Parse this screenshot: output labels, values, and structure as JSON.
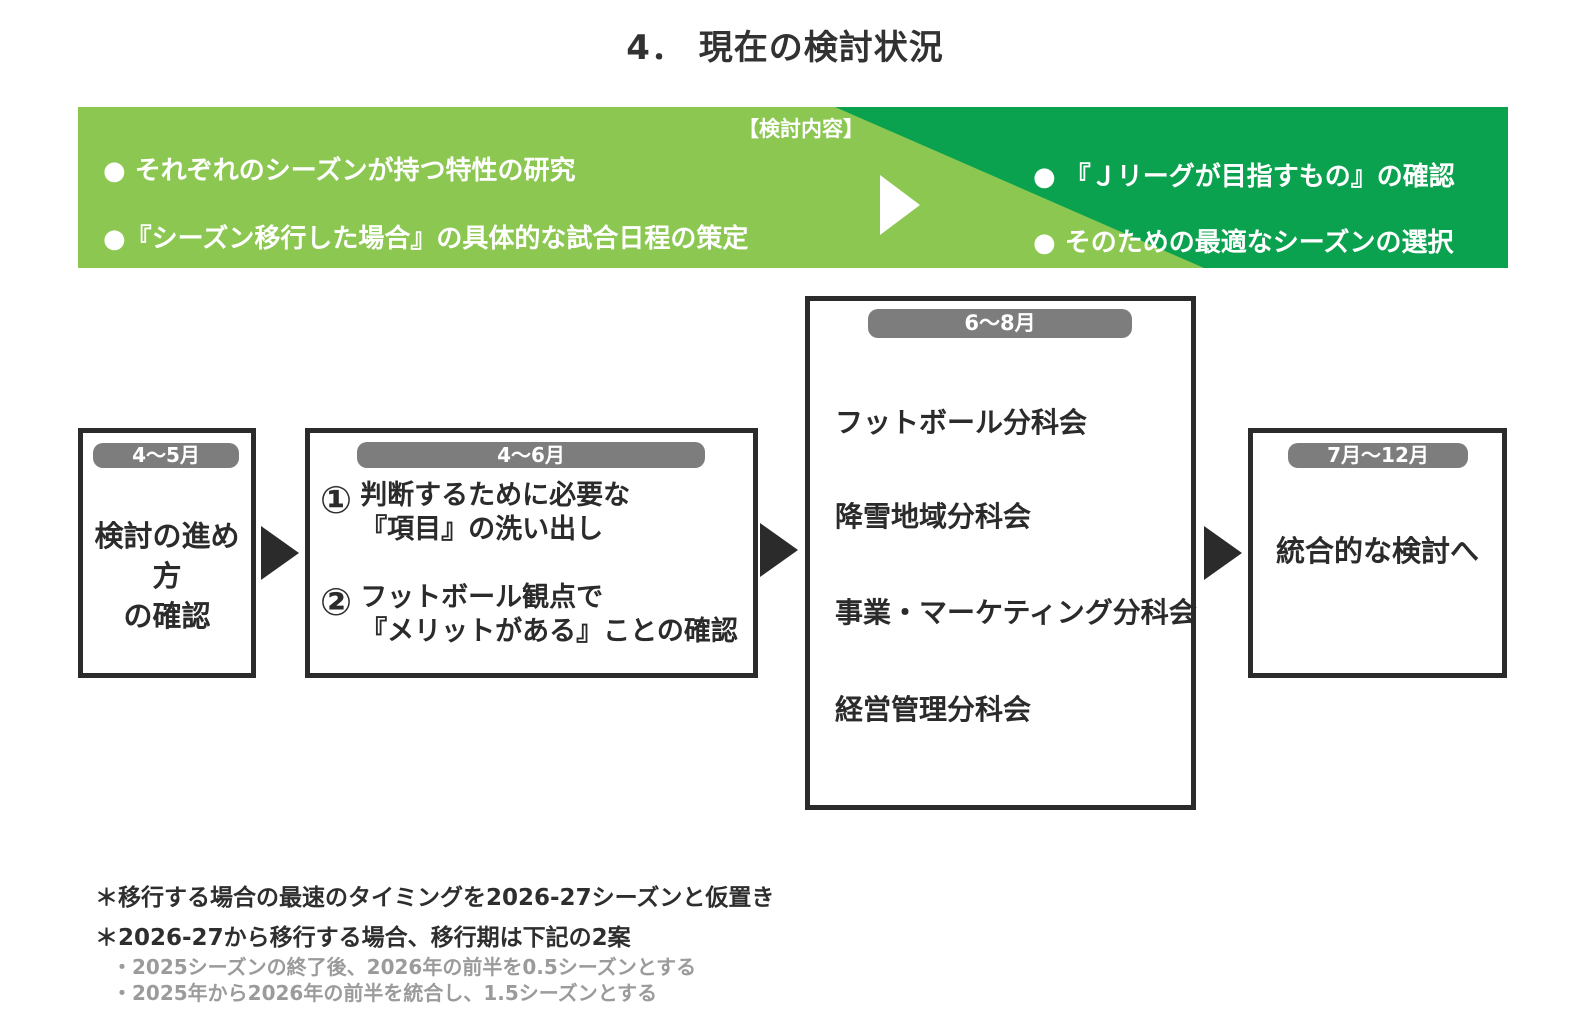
{
  "colors": {
    "light_green": "#8CC752",
    "dark_green": "#0BA24F",
    "badge_gray": "#7D7D7D",
    "ink": "#2B2B2B",
    "note_gray": "#9B9B9B"
  },
  "title": "4． 現在の検討状況",
  "banner": {
    "label": "【検討内容】",
    "left_items": [
      "● それぞれのシーズンが持つ特性の研究",
      "●『シーズン移行した場合』の具体的な試合日程の策定"
    ],
    "right_items": [
      "● 『Ｊリーグが目指すもの』の確認",
      "● そのための最適なシーズンの選択"
    ]
  },
  "flow": {
    "boxes": [
      {
        "badge": "4〜5月",
        "lines": [
          "検討の進め方",
          "の確認"
        ]
      },
      {
        "badge": "4〜6月",
        "items": [
          {
            "num": "①",
            "lines": [
              "判断するために必要な",
              "『項目』の洗い出し"
            ]
          },
          {
            "num": "②",
            "lines": [
              "フットボール観点で",
              "『メリットがある』ことの確認"
            ]
          }
        ]
      },
      {
        "badge": "6〜8月",
        "items": [
          "フットボール分科会",
          "降雪地域分科会",
          "事業・マーケティング分科会",
          "経営管理分科会"
        ]
      },
      {
        "badge": "7月〜12月",
        "text": "統合的な検討へ"
      }
    ]
  },
  "footnotes": {
    "notes": [
      "＊移行する場合の最速のタイミングを2026-27シーズンと仮置き",
      "＊2026-27から移行する場合、移行期は下記の2案"
    ],
    "sub_notes": [
      "・2025シーズンの終了後、2026年の前半を0.5シーズンとする",
      "・2025年から2026年の前半を統合し、1.5シーズンとする"
    ]
  }
}
